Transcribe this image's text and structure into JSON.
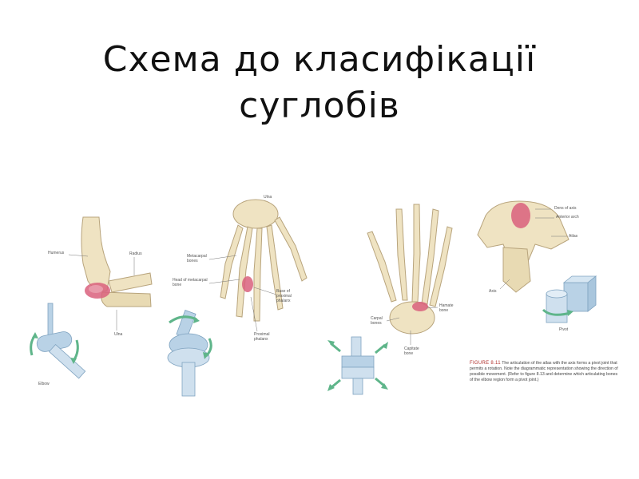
{
  "slide": {
    "title_line1": "Схема до класифікації",
    "title_line2": "суглобів"
  },
  "colors": {
    "bone": "#efe3c2",
    "bone_stroke": "#b8a47c",
    "joint_highlight": "#d9607d",
    "model_blue": "#b9d2e6",
    "arrow_green": "#5fb58a"
  },
  "figures": {
    "elbow": {
      "labels": {
        "humerus": "Humerus",
        "radius": "Radius",
        "ulna": "Ulna",
        "model": "Elbow"
      },
      "model_icon": "hinge-joint-icon"
    },
    "hand_dorsal": {
      "labels": {
        "top": "Ulna",
        "metacarpal": "Metacarpal\nbones",
        "head_metacarpal": "Head of metacarpal\nbone",
        "base_phalanx": "Base of\nproximal\nphalanx",
        "proximal_phalanx": "Proximal\nphalanx"
      },
      "model_icon": "condyloid-joint-icon"
    },
    "hand_palmar": {
      "labels": {
        "carpal": "Carpal\nbones",
        "hamate": "Hamate\nbone",
        "capitate": "Capitate\nbone"
      },
      "model_icon": "gliding-joint-icon"
    },
    "atlas_axis": {
      "labels": {
        "dens": "Dens of axis",
        "anterior_arch": "Anterior arch",
        "atlas": "Atlas",
        "axis": "Axis",
        "model": "Pivot"
      },
      "model_icon": "pivot-joint-icon",
      "caption_label": "FIGURE 8.11",
      "caption_text": "The articulation of the atlas with the axis forms a pivot joint that permits a rotation. Note the diagrammatic representation showing the direction of possible movement. (Refer to figure 8.13 and determine which articulating bones of the elbow region form a pivot joint.)"
    }
  }
}
